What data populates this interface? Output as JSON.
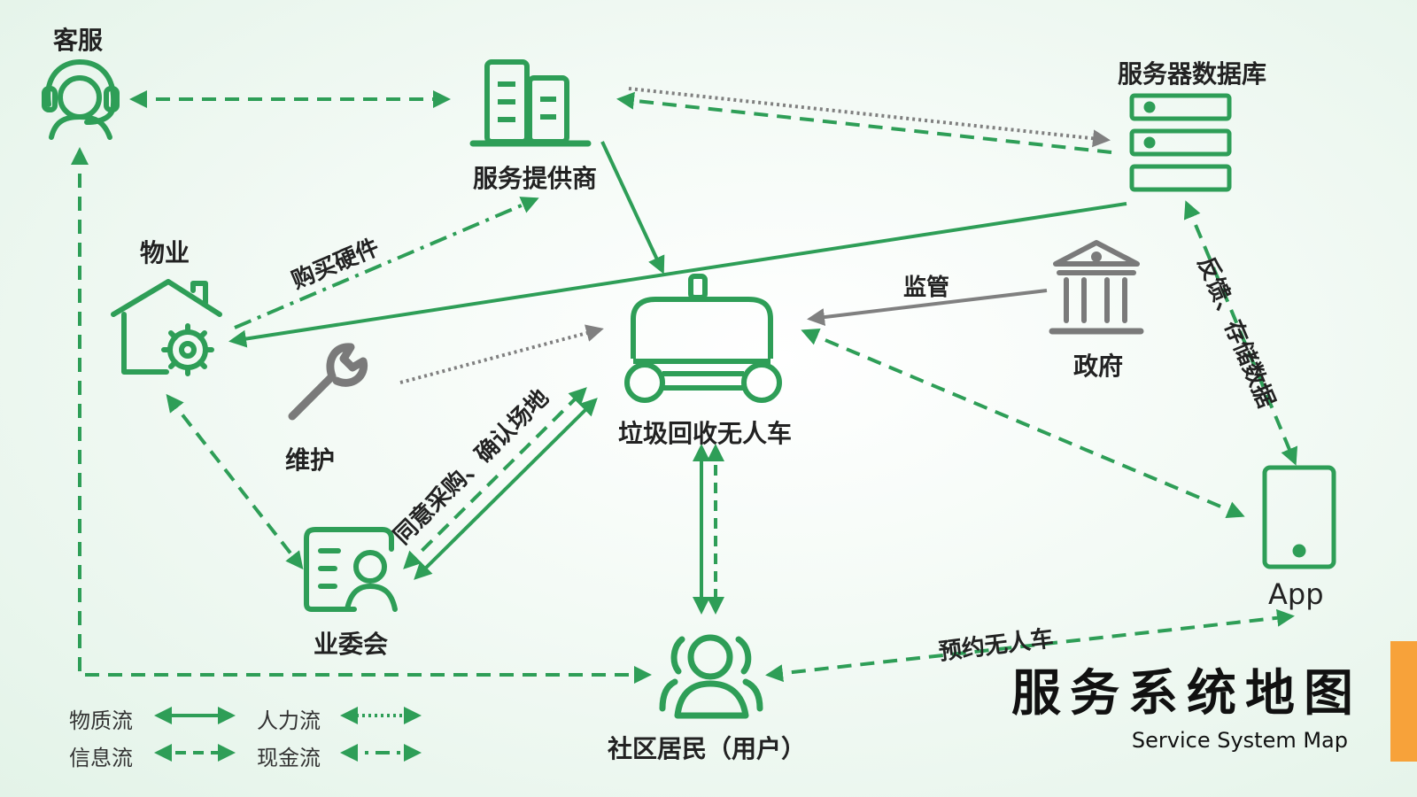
{
  "nodes": {
    "customer_service": "客服",
    "service_provider": "服务提供商",
    "server_db": "服务器数据库",
    "property": "物业",
    "maintenance": "维护",
    "vehicle": "垃圾回收无人车",
    "government": "政府",
    "committee": "业委会",
    "residents": "社区居民（用户）",
    "app": "App"
  },
  "edge_labels": {
    "buy_hardware": "购买硬件",
    "supervise": "监管",
    "feedback_store": "反馈、存储数据",
    "agree_purchase": "同意采购、确认场地",
    "reserve": "预约无人车"
  },
  "legend": {
    "material": "物质流",
    "human": "人力流",
    "info": "信息流",
    "cash": "现金流"
  },
  "title": {
    "cn": "服务系统地图",
    "en": "Service System Map"
  },
  "colors": {
    "green": "#2e9e57",
    "gray": "#808080",
    "accent": "#f7a23a"
  }
}
